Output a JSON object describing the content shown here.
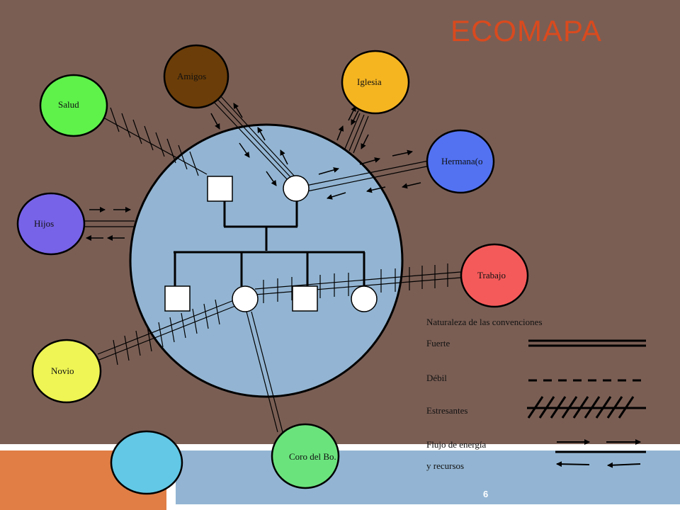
{
  "title": "ECOMAPA",
  "slide_number": "6",
  "colors": {
    "background": "#7a5e54",
    "family_circle": "#93b5d3",
    "footer_orange": "#e07e45",
    "footer_blue": "#93b5d3",
    "title_color": "#d94a1e"
  },
  "nodes": {
    "amigos": {
      "label": "Amigos",
      "color": "#6b3d08"
    },
    "iglesia": {
      "label": "Iglesia",
      "color": "#f5b521"
    },
    "salud": {
      "label": "Salud",
      "color": "#5ef24b"
    },
    "hermana": {
      "label": "Hermana(o",
      "color": "#5272f2"
    },
    "hijos": {
      "label": "Hijos",
      "color": "#7763e8"
    },
    "trabajo": {
      "label": "Trabajo",
      "color": "#f55a5a"
    },
    "novio": {
      "label": "Novio",
      "color": "#eef554"
    },
    "coro": {
      "label": "Coro del Bo.",
      "color": "#6be37d"
    },
    "blank": {
      "label": "",
      "color": "#62c8e6"
    }
  },
  "legend": {
    "heading": "Naturaleza de las convenciones",
    "strong": "Fuerte",
    "weak": "Débil",
    "stress": "Estresantes",
    "flow_line1": "Flujo de energía",
    "flow_line2": "y recursos"
  }
}
